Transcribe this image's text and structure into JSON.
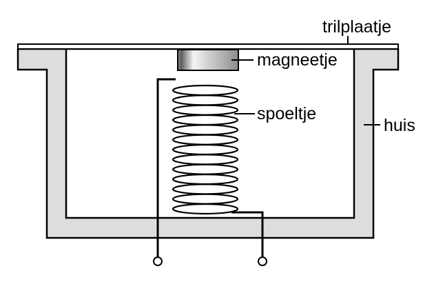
{
  "labels": {
    "trilplaatje": "trilplaatje",
    "magneetje": "magneetje",
    "spoeltje": "spoeltje",
    "huis": "huis"
  },
  "colors": {
    "housing_fill": "#dddddd",
    "stroke": "#000000",
    "background": "#ffffff"
  },
  "coil": {
    "turns": 13
  }
}
